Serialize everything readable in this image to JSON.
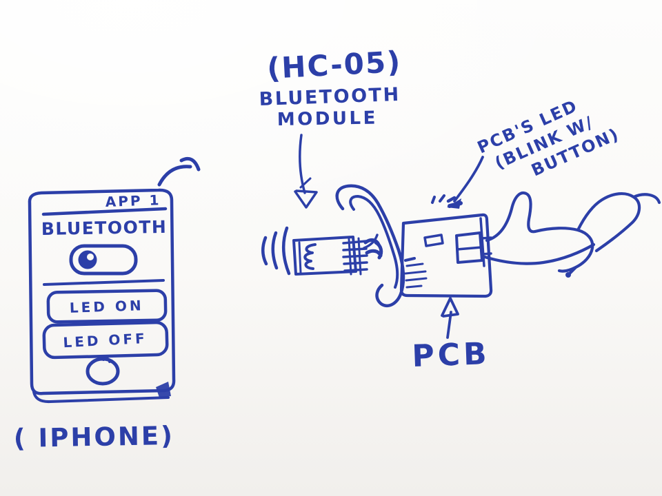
{
  "colors": {
    "ink": "#2c3fa8",
    "paper": "#fbfaf7"
  },
  "phone": {
    "app_label": "APP 1",
    "bluetooth_label": "BLUETOOTH",
    "bluetooth_toggle_state": "on",
    "led_on_label": "LED ON",
    "led_off_label": "LED OFF",
    "caption": "( IPHONE)"
  },
  "bluetooth_module": {
    "label_line1": "(HC-05)",
    "label_line2": "BLUETOOTH",
    "label_line3": "MODULE"
  },
  "pcb": {
    "label": "PCB",
    "led_note_line1": "PCB'S LED",
    "led_note_line2": "(BLINK W/",
    "led_note_line3": "BUTTON)"
  }
}
